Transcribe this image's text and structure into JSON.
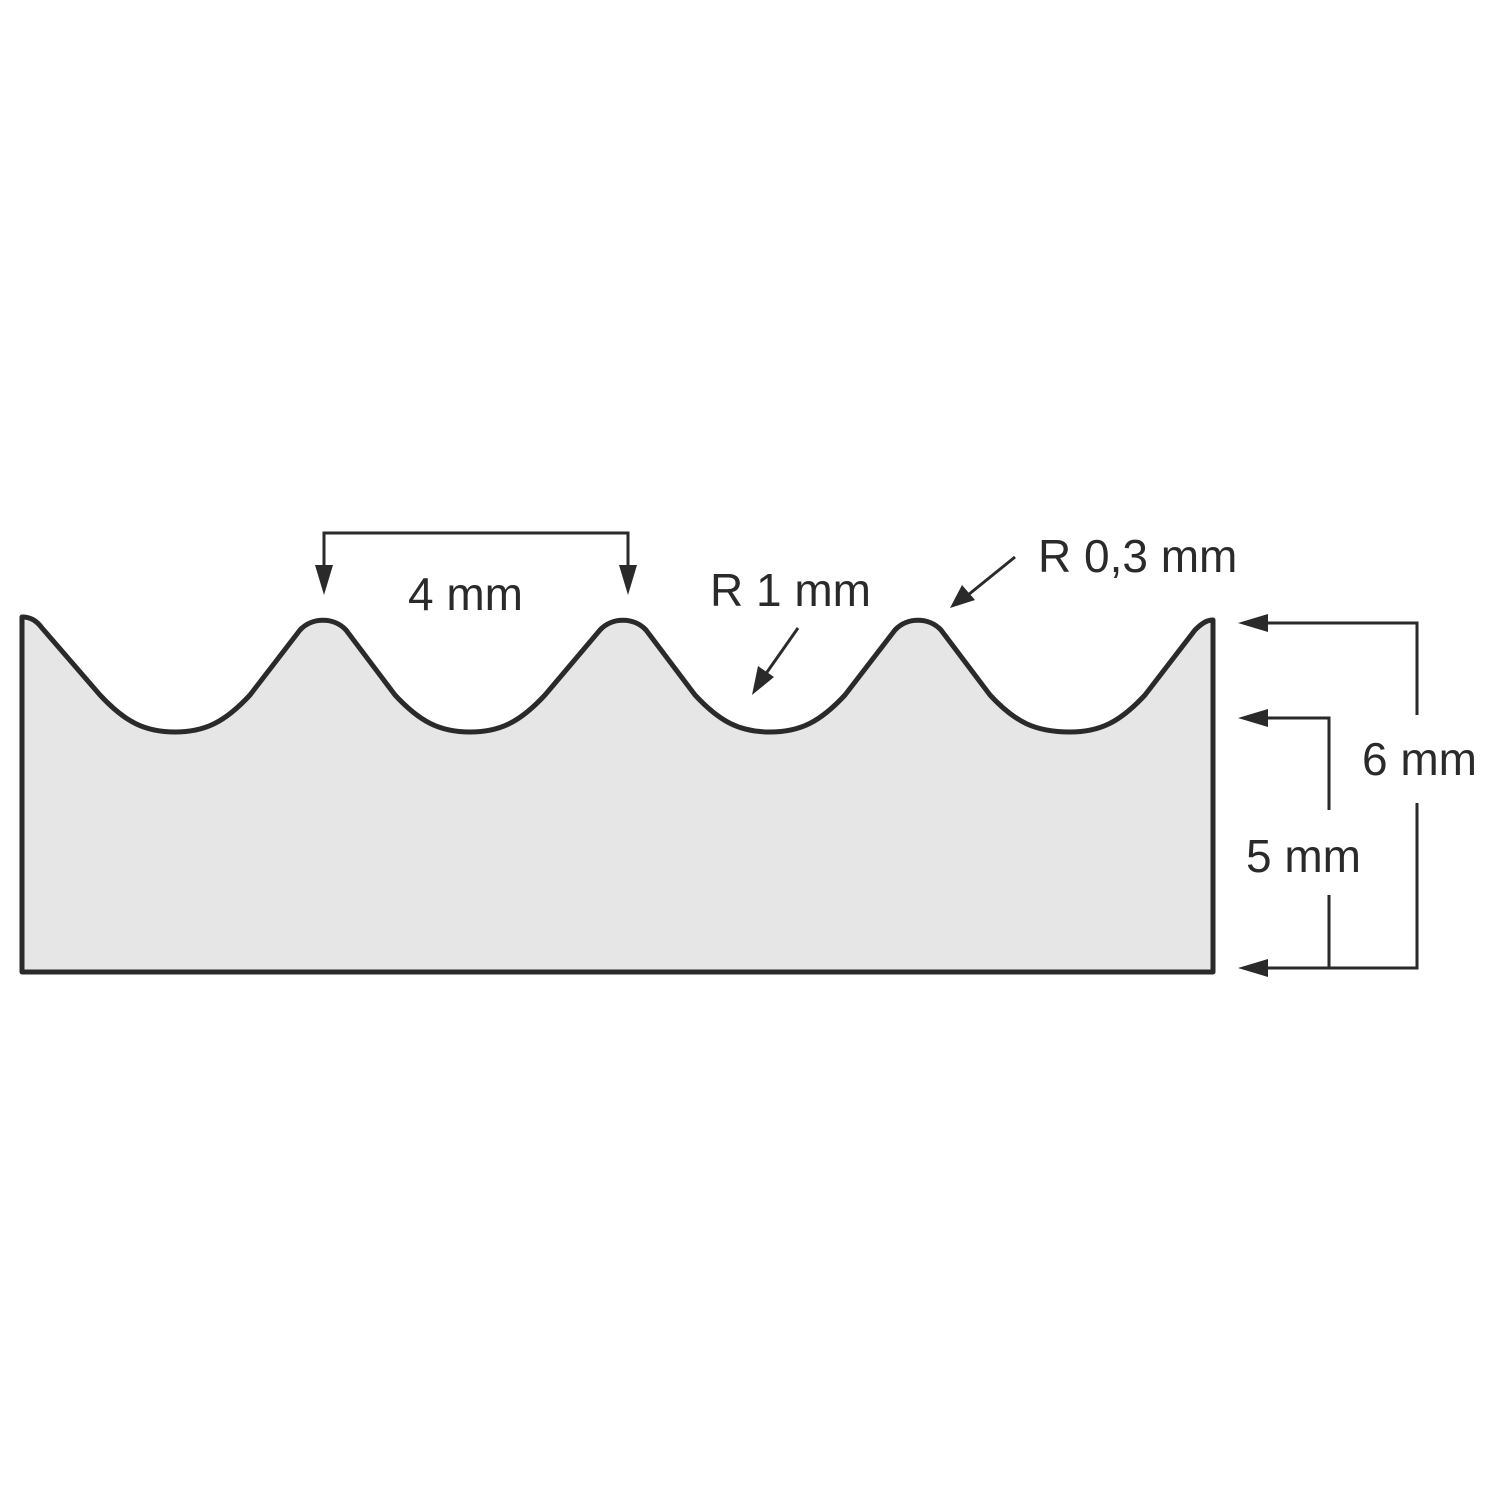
{
  "diagram": {
    "type": "profile-cross-section",
    "description": "Wavy ribbed profile cross-section with dimensions",
    "colors": {
      "fill": "#e6e6e6",
      "stroke": "#2a2a2a",
      "background": "#ffffff"
    },
    "dimensions": {
      "pitch": "4 mm",
      "valley_radius": "R 1 mm",
      "crest_radius": "R 0,3 mm",
      "base_height": "5 mm",
      "total_height": "6 mm"
    }
  }
}
